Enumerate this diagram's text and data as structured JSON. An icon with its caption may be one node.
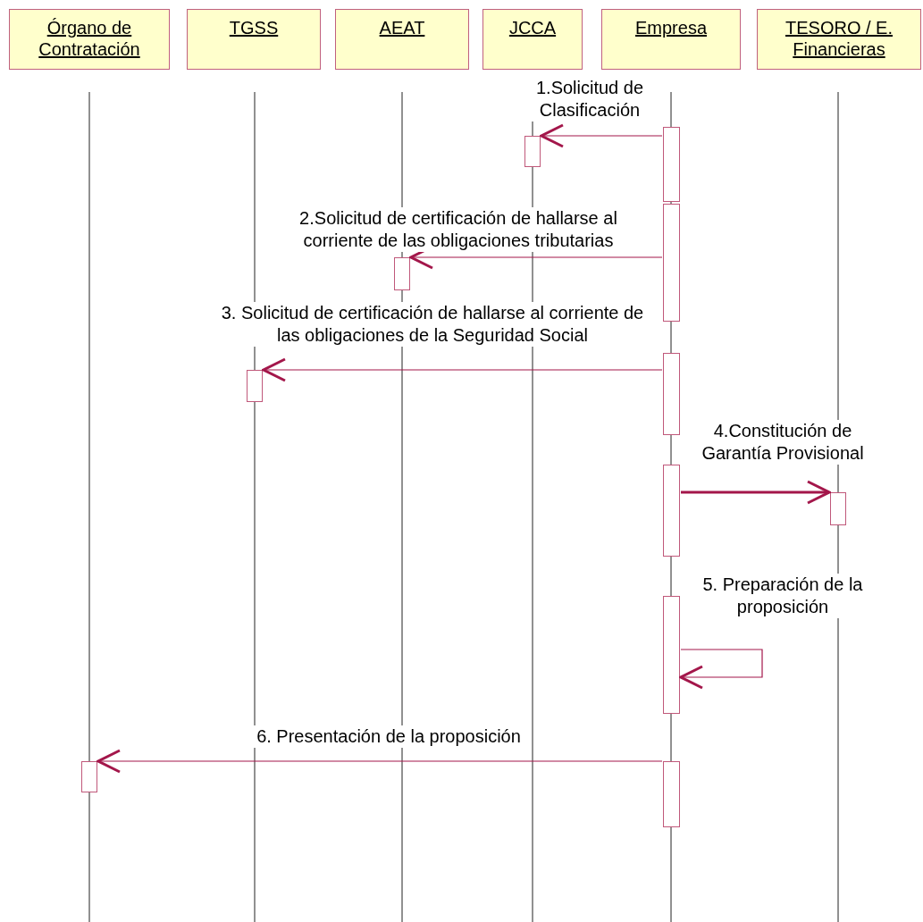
{
  "diagram": {
    "nodes": [
      {
        "text": [
          "Órgano de Contratación"
        ]
      },
      {
        "text": [
          "TGSS"
        ]
      },
      {
        "text": [
          "AEAT"
        ]
      },
      {
        "text": [
          "JCCA"
        ]
      },
      {
        "text": [
          "Empresa"
        ]
      },
      {
        "text": [
          "TESORO / E. Financieras"
        ]
      },
      {
        "text": [],
        "shape": "bar"
      },
      {
        "text": [],
        "shape": "bar"
      },
      {
        "text": [],
        "shape": "bar"
      },
      {
        "text": [],
        "shape": "bar"
      },
      {
        "text": [],
        "shape": "bar"
      },
      {
        "text": [],
        "shape": "bar"
      },
      {
        "text": [],
        "shape": "bar"
      },
      {
        "text": [],
        "shape": "bar"
      },
      {
        "text": [],
        "shape": "bar"
      },
      {
        "text": [],
        "shape": "bar"
      },
      {
        "text": [],
        "shape": "bar"
      }
    ],
    "edges": [
      {
        "from": 6,
        "to": 7,
        "arrow": "to",
        "label": "1.Solicitud de Clasificación"
      },
      {
        "from": 8,
        "to": 9,
        "arrow": "to",
        "label": "2.Solicitud de certificación de hallarse al corriente de las obligaciones tributarias"
      },
      {
        "from": 10,
        "to": 11,
        "arrow": "to",
        "label": "3. Solicitud de certificación de hallarse al corriente de las obligaciones de la Seguridad Social"
      },
      {
        "from": 12,
        "to": 13,
        "arrow": "to",
        "label": "4.Constitución de Garantía Provisional",
        "style": "thick"
      },
      {
        "from": 14,
        "to": 14,
        "arrow": "to",
        "label": "5. Preparación de la proposición"
      },
      {
        "from": 15,
        "to": 16,
        "arrow": "to",
        "label": "6. Presentación de la proposición"
      }
    ]
  }
}
